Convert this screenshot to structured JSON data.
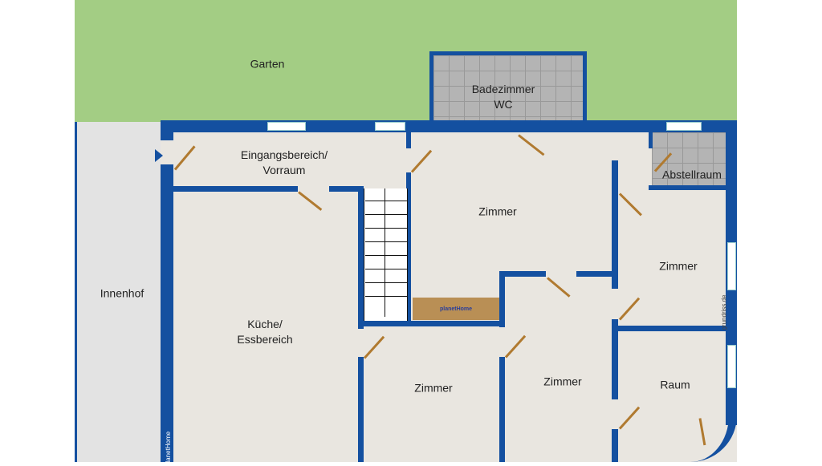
{
  "rooms": {
    "garden": "Garten",
    "bathroom": "Badezimmer\nWC",
    "entrance": "Eingangsbereich/\nVorraum",
    "storage": "Abstellraum",
    "courtyard": "Innenhof",
    "kitchen": "Küche/\nEssbereich",
    "room_top": "Zimmer",
    "room_right": "Zimmer",
    "room_bottom_left": "Zimmer",
    "room_bottom_mid": "Zimmer",
    "room_space": "Raum"
  },
  "watermarks": {
    "brand": "planetHome",
    "site": "grundriss.de",
    "side": "planetHome"
  },
  "colors": {
    "wall": "#1450a0",
    "garden": "#a3cd84",
    "floor": "#e9e6e0",
    "courtyard": "#e3e3e3"
  }
}
